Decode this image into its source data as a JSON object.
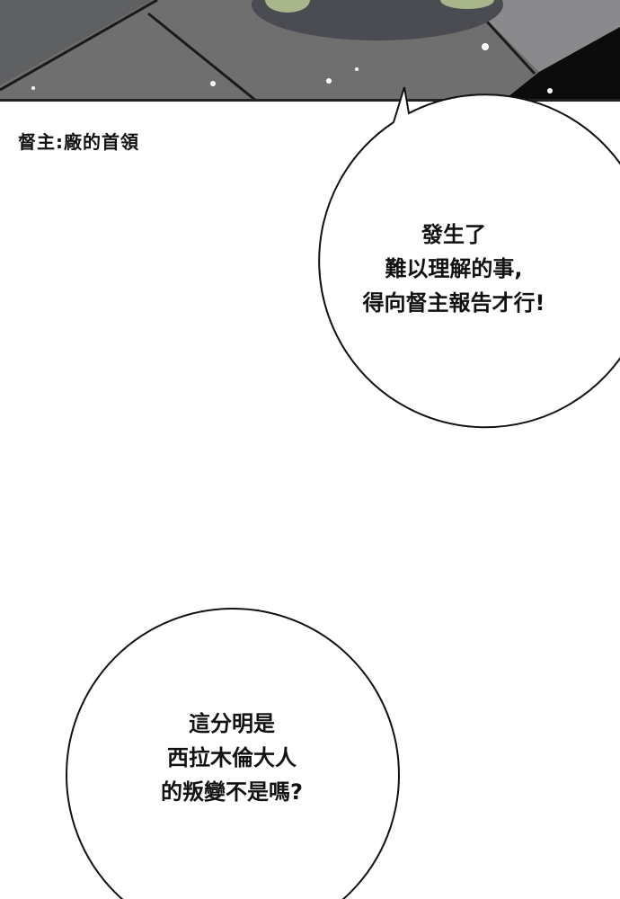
{
  "caption": "督主:廠的首領",
  "bubbles": [
    {
      "lines": [
        "發生了",
        "難以理解的事,",
        "得向督主報告才行!"
      ]
    },
    {
      "lines": [
        "這分明是",
        "西拉木倫大人",
        "的叛變不是嗎?"
      ]
    }
  ],
  "colors": {
    "floor": "#6e6e6e",
    "dark": "#111111",
    "bubble_stroke": "#111111"
  }
}
